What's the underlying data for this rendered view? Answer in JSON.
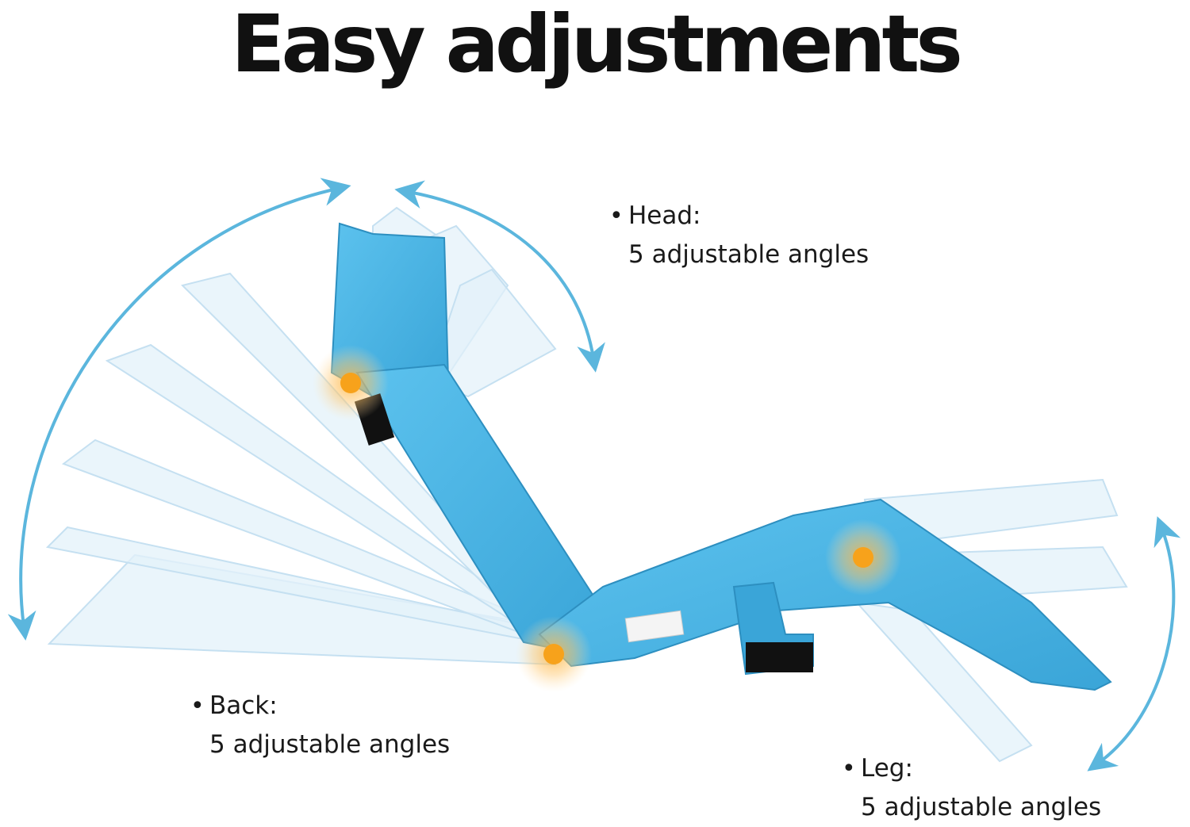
{
  "title": "Easy adjustments",
  "callouts": {
    "head": {
      "name": "Head:",
      "desc": "5 adjustable angles"
    },
    "back": {
      "name": "Back:",
      "desc": "5 adjustable angles"
    },
    "leg": {
      "name": "Leg:",
      "desc": "5 adjustable angles"
    }
  },
  "colors": {
    "cushion": "#47b3e3",
    "cushion_dark": "#2d8fc0",
    "ghost": "#d9ecf8",
    "arrow": "#5bb6dd",
    "hinge": "#f7a21b",
    "strap": "#111111"
  }
}
